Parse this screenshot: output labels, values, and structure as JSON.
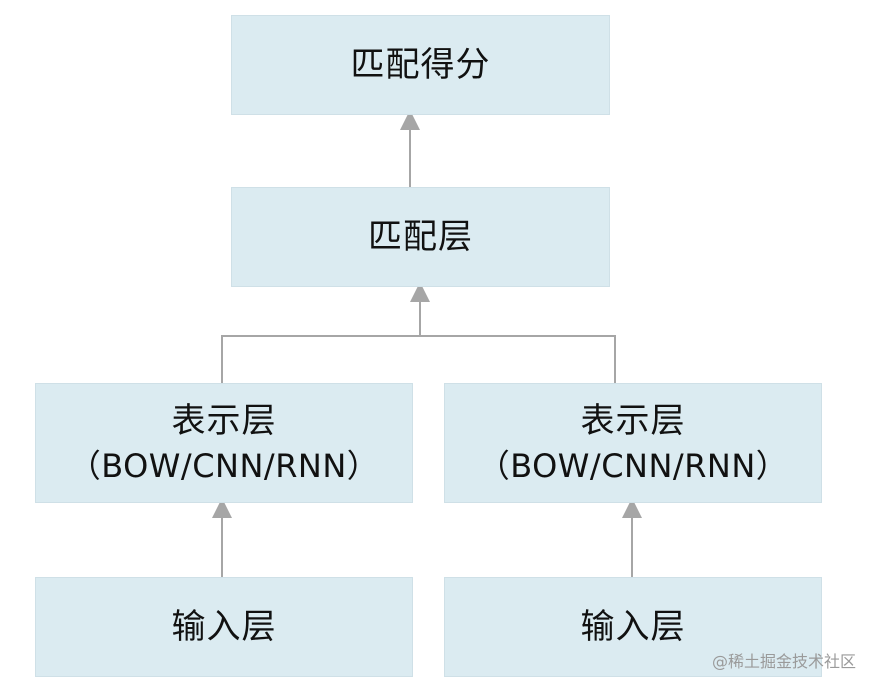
{
  "diagram": {
    "nodes": {
      "score": {
        "label": "匹配得分"
      },
      "match": {
        "label": "匹配层"
      },
      "rep_left": {
        "label": "表示层",
        "sub": "（BOW/CNN/RNN）"
      },
      "rep_right": {
        "label": "表示层",
        "sub": "（BOW/CNN/RNN）"
      },
      "input_left": {
        "label": "输入层"
      },
      "input_right": {
        "label": "输入层"
      }
    },
    "colors": {
      "node_fill": "#dbebf1",
      "connector": "#a6a6a6",
      "text": "#111111"
    }
  },
  "watermark": "@稀土掘金技术社区"
}
